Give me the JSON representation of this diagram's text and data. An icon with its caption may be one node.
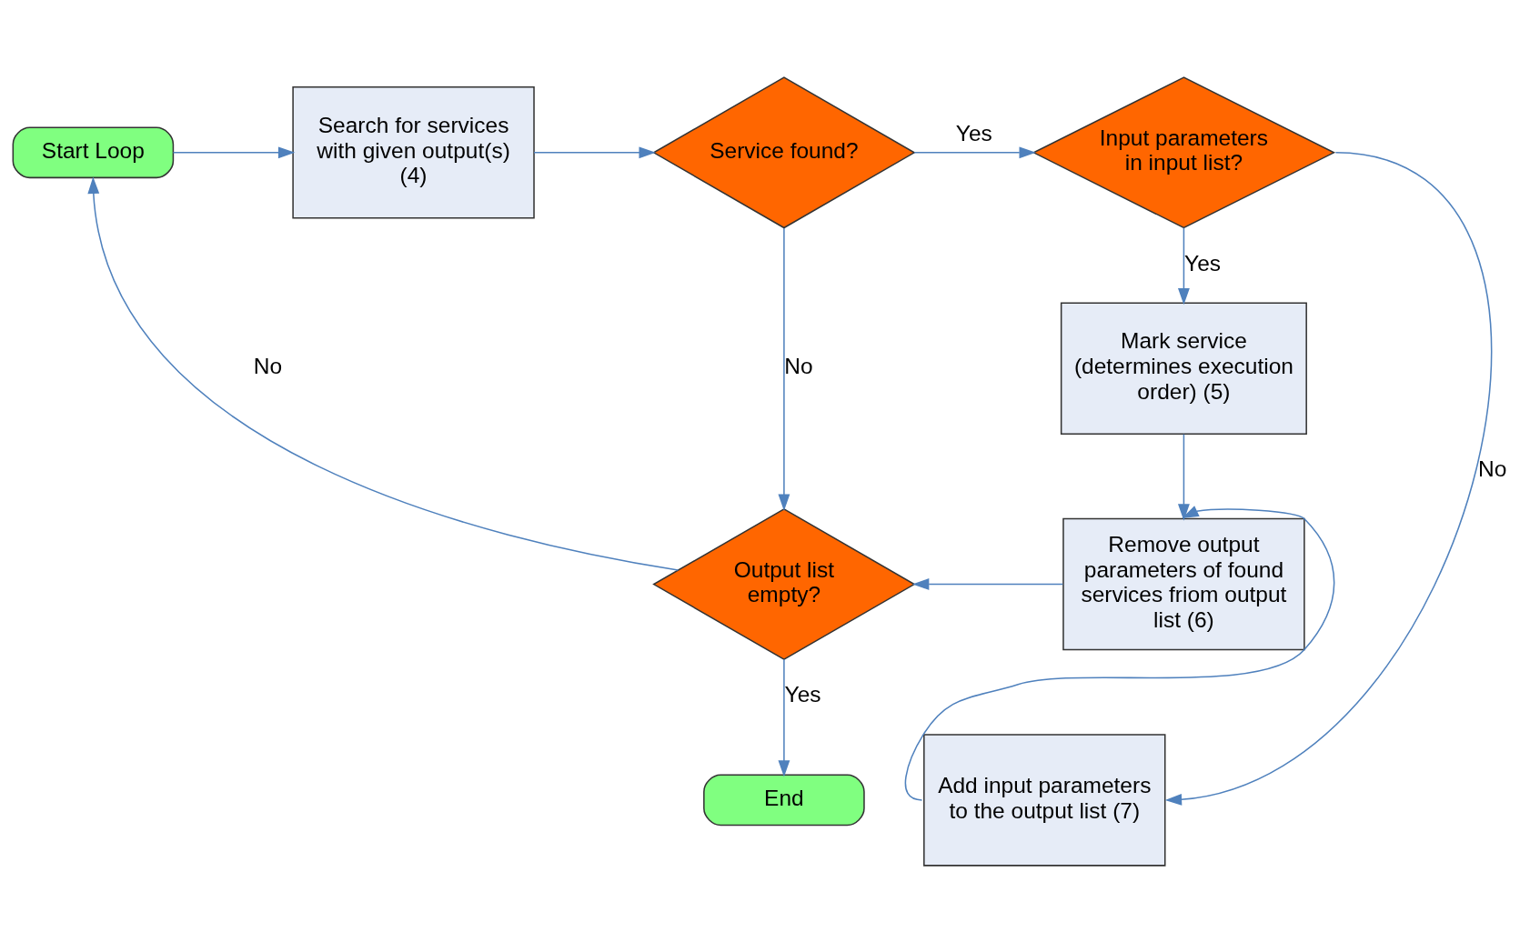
{
  "diagram": {
    "nodes": [
      {
        "text": [
          "Start Loop"
        ]
      },
      {
        "text": [
          "Search for services with given output(s) (4)"
        ]
      },
      {
        "text": [
          "Service found?"
        ]
      },
      {
        "text": [
          "Input parameters in input list?"
        ]
      },
      {
        "text": [
          "Mark service (determines execution order) (5)"
        ]
      },
      {
        "text": [
          "Remove output parameters of found services friom output list (6)"
        ]
      },
      {
        "text": [
          "Output list empty?"
        ]
      },
      {
        "text": [
          "End"
        ]
      },
      {
        "text": [
          "Add input parameters to the output list (7)"
        ]
      }
    ],
    "edges": [
      {
        "from": 0,
        "to": 1,
        "arrow": "to"
      },
      {
        "from": 1,
        "to": 2,
        "arrow": "to"
      },
      {
        "from": 2,
        "to": 3,
        "arrow": "to",
        "label": "Yes"
      },
      {
        "from": 3,
        "to": 4,
        "arrow": "to",
        "label": "Yes"
      },
      {
        "from": 2,
        "to": 6,
        "arrow": "to",
        "label": "No"
      },
      {
        "from": 3,
        "to": 8,
        "arrow": "to",
        "label": "No"
      },
      {
        "from": 4,
        "to": 5,
        "arrow": "to"
      },
      {
        "from": 8,
        "to": 5,
        "arrow": "to"
      },
      {
        "from": 5,
        "to": 6,
        "arrow": "to"
      },
      {
        "from": 6,
        "to": 0,
        "arrow": "to",
        "label": "No"
      },
      {
        "from": 6,
        "to": 7,
        "arrow": "to",
        "label": "Yes"
      }
    ]
  }
}
